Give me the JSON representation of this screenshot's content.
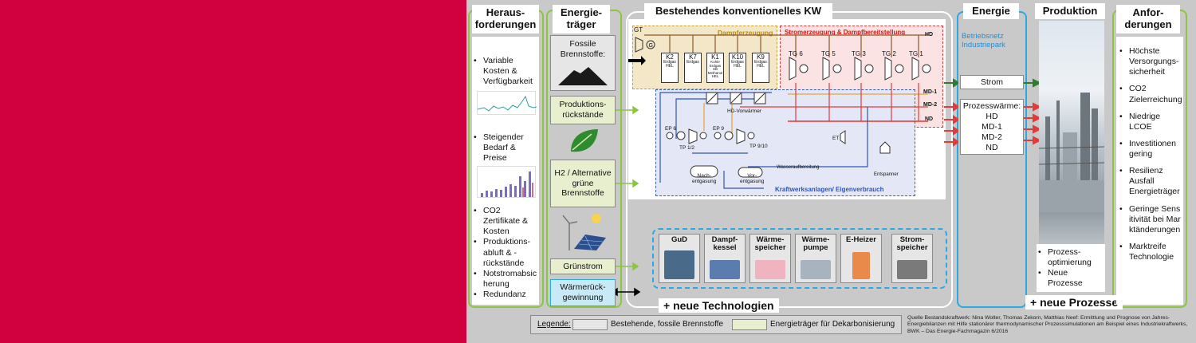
{
  "colors": {
    "left_block": "#d1003f",
    "panel": "#c9c9c9",
    "green": "#8cc63f",
    "blue": "#29abe2"
  },
  "columns": {
    "challenges_title": "Heraus-\nforderungen",
    "energy_carriers_title": "Energie-\nträger",
    "existing_kw_title": "Bestehendes konventionelles KW",
    "energy_title": "Energie",
    "production_title": "Produktion",
    "requirements_title": "Anfor-\nderungen"
  },
  "challenges": [
    "Variable Kosten & Verfügbarkeit",
    "Steigender Bedarf & Preise",
    "CO2 Zertifikate & Kosten",
    "Produktions-abluft & -rückstände",
    "Notstromabsicherung",
    "Redundanz"
  ],
  "energy_carriers": {
    "fossil": "Fossile Brennstoffe:",
    "residues": "Produktions-rückstände",
    "h2": "H2 / Alternative grüne Brennstoffe",
    "green_power": "Grünstrom",
    "heat_recovery": "Wärmerück-gewinnung"
  },
  "plant": {
    "gt": "GT",
    "steam_gen": "Dampferzeugung",
    "power_gen": "Stromerzeugung & Dampfbereitstellung",
    "boilers": [
      {
        "name": "K2",
        "note": "Erdgas\nHEL"
      },
      {
        "name": "K7",
        "note": "Erdgas"
      },
      {
        "name": "K1",
        "note": "Kohle\nErdgas\nSB\nMethanol\nHEL"
      },
      {
        "name": "K10",
        "note": "Erdgas\nHEL"
      },
      {
        "name": "K9",
        "note": "Erdgas\nHEL"
      }
    ],
    "turbines": [
      "TG 6",
      "TG 5",
      "TG 3",
      "TG 2",
      "TG 1"
    ],
    "lines": [
      "HD",
      "MD-1",
      "MD-2",
      "ND"
    ],
    "hd_preheater": "HD-Vorwärmer",
    "ep6": "EP 6",
    "ep9": "EP 9",
    "tp12": "TP 1/2",
    "tp910": "TP 9/10",
    "et": "ET",
    "degas_post": "Nach-\nentgasung",
    "degas_pre": "Vor-\nentgasung",
    "water_prep": "Wasseraufbereitung",
    "expander": "Entspanner",
    "aux": "Kraftwerksanlagen/ Eigenverbrauch"
  },
  "energy": {
    "grid": "Betriebsnetz\nIndustriepark",
    "power": "Strom",
    "process_heat": "Prozesswärme:",
    "heat_levels": [
      "HD",
      "MD-1",
      "MD-2",
      "ND"
    ]
  },
  "production_items": [
    "Prozess-optimierung",
    "Neue Prozesse"
  ],
  "requirements": [
    "Höchste Versorgungs-sicherheit",
    "CO2 Zielerreichung",
    "Niedrige LCOE",
    "Investitionen gering",
    "Resilienz Ausfall Energieträger",
    "Geringe Sensitivität bei Marktänderungen",
    "Marktreife Technologie"
  ],
  "technologies": [
    "GuD",
    "Dampf-\nkessel",
    "Wärme-\nspeicher",
    "Wärme-\npumpe",
    "E-Heizer",
    "Strom-\nspeicher"
  ],
  "new_tech": "+ neue Technologien",
  "new_processes": "+ neue Prozesse",
  "legend": {
    "label": "Legende:",
    "existing": "Bestehende, fossile Brennstoffe",
    "decarb": "Energieträger für Dekarbonisierung"
  },
  "source": "Quelle Bestandskraftwerk: Nina Wolter, Thomas Zekorn, Matthias Neef: Ermittlung und Prognose von Jahres-Energiebilanzen mit Hilfe stationärer thermodynamischer Prozesssimulationen am Beispiel eines Industriekraftwerks, BWK – Das Energie-Fachmagazin 6/2016"
}
